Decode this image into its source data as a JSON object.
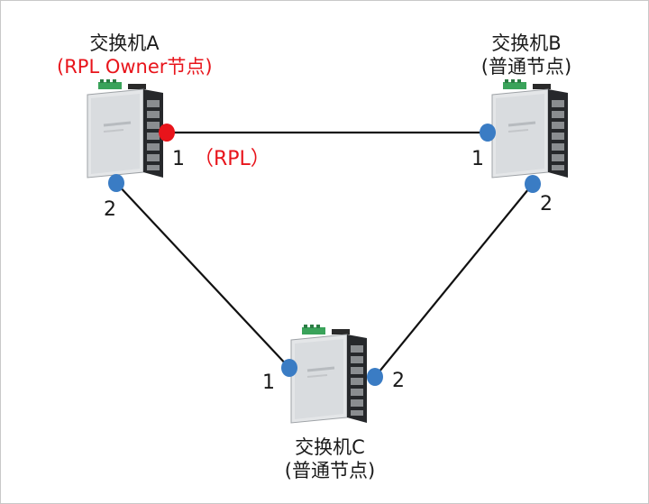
{
  "nodes": {
    "a": {
      "name": "交换机A",
      "role": "(RPL Owner节点)"
    },
    "b": {
      "name": "交换机B",
      "role": "(普通节点)"
    },
    "c": {
      "name": "交换机C",
      "role": "(普通节点)"
    }
  },
  "ports": {
    "a1": "1",
    "a1_tag": "（RPL）",
    "a2": "2",
    "b1": "1",
    "b2": "2",
    "c1": "1",
    "c2": "2"
  },
  "colors": {
    "rpl_port": "#e8141b",
    "normal_port": "#3a7cc4",
    "link": "#111111",
    "owner_label": "#e8141b"
  },
  "icons": {
    "switch": "industrial-ethernet-switch-icon"
  }
}
